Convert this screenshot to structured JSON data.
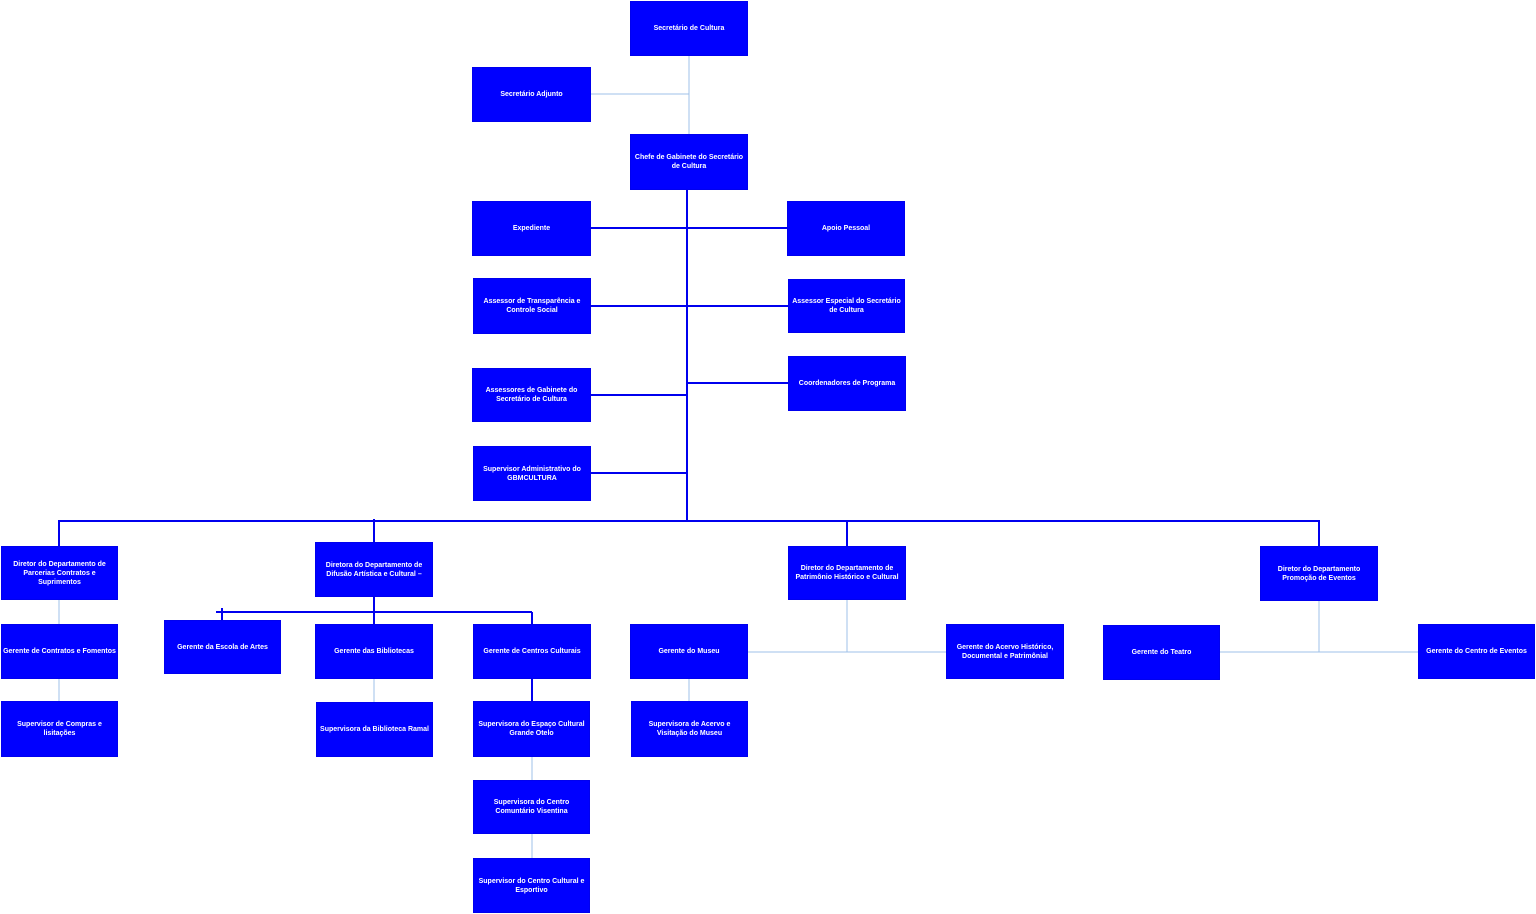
{
  "nodes": {
    "secretario": "Secretário de Cultura",
    "adjunto": "Secretário Adjunto",
    "chefe": "Chefe de Gabinete do Secretário de Cultura",
    "expediente": "Expediente",
    "apoio": "Apoio Pessoal",
    "transparencia": "Assessor de Transparência e Controle Social",
    "assessor_especial": "Assessor Especial do Secretário de Cultura",
    "assessores_gabinete": "Assessores de Gabinete do Secretário de Cultura",
    "coordenadores": "Coordenadores de Programa",
    "supervisor_adm": "Supervisor Administrativo do GBMCULTURA",
    "dir_parcerias": "Diretor  do Departamento de Parcerias Contratos e Suprimentos",
    "dir_difusao": "Diretora do Departamento de Difusão Artística e Cultural –",
    "dir_patrimonio": "Diretor do Departamento de Patrimônio Histórico e Cultural",
    "dir_promocao": "Diretor do Departamento Promoção de Eventos",
    "ger_contratos": "Gerente de Contratos e Fomentos",
    "sup_compras": "Supervisor de Compras e lisitações",
    "ger_escola": "Gerente da Escola de Artes",
    "ger_bibliotecas": "Gerente das Bibliotecas",
    "sup_biblioteca": "Supervisora da Biblioteca Ramal",
    "ger_centros": "Gerente de Centros Culturais",
    "sup_grande_otelo": "Supervisora do Espaço Cultural Grande Otelo",
    "sup_visentina": "Supervisora do Centro Comuntário Visentina",
    "sup_esportivo": "Supervisor do Centro Cultural e Esportivo",
    "ger_museu": "Gerente do Museu",
    "sup_acervo_museu": "Supervisora de Acervo e Visitação do Museu",
    "ger_acervo": "Gerente do Acervo Histórico, Documental e Patrimônial",
    "ger_teatro": "Gerente do Teatro",
    "ger_eventos": "Gerente do Centro de Eventos"
  },
  "colors": {
    "box": "#0000ff",
    "text": "#ffffff",
    "thin_line": "#9fc0e8",
    "thick_line": "#0000ee"
  }
}
